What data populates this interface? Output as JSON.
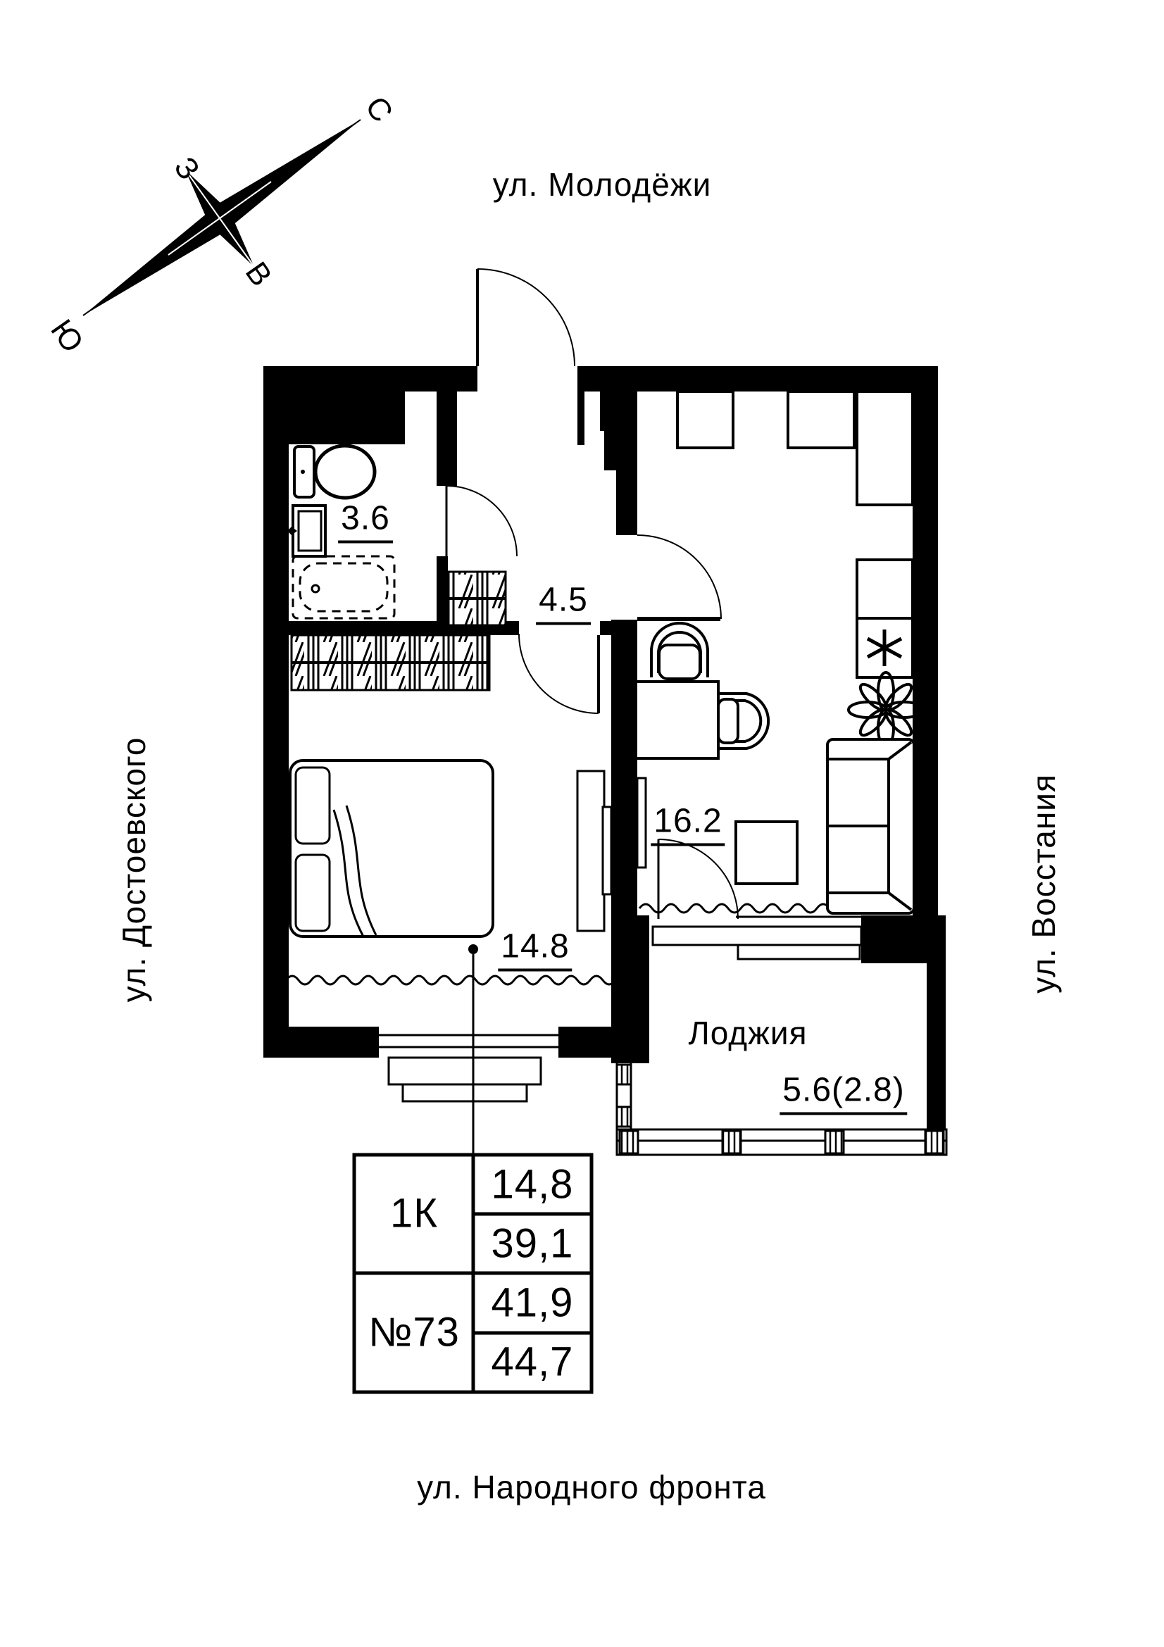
{
  "colors": {
    "ink": "#000000",
    "paper": "#ffffff"
  },
  "compass": {
    "north": "С",
    "south": "Ю",
    "west": "З",
    "east": "В"
  },
  "streets": {
    "top": "ул. Молодёжи",
    "bottom": "ул. Народного фронта",
    "left": "ул. Достоевского",
    "right": "ул. Восстания"
  },
  "rooms": {
    "bathroom": {
      "area": "3.6"
    },
    "hall": {
      "area": "4.5"
    },
    "living": {
      "area": "16.2"
    },
    "bedroom": {
      "area": "14.8"
    },
    "loggia": {
      "name": "Лоджия",
      "area": "5.6(2.8)"
    }
  },
  "info_table": {
    "type": "1К",
    "unit_number": "№73",
    "rows": [
      "14,8",
      "39,1",
      "41,9",
      "44,7"
    ]
  },
  "icons": {
    "stove": "asterisk-burner-icon",
    "plant": "plant-icon",
    "compass": "compass-rose-icon"
  }
}
